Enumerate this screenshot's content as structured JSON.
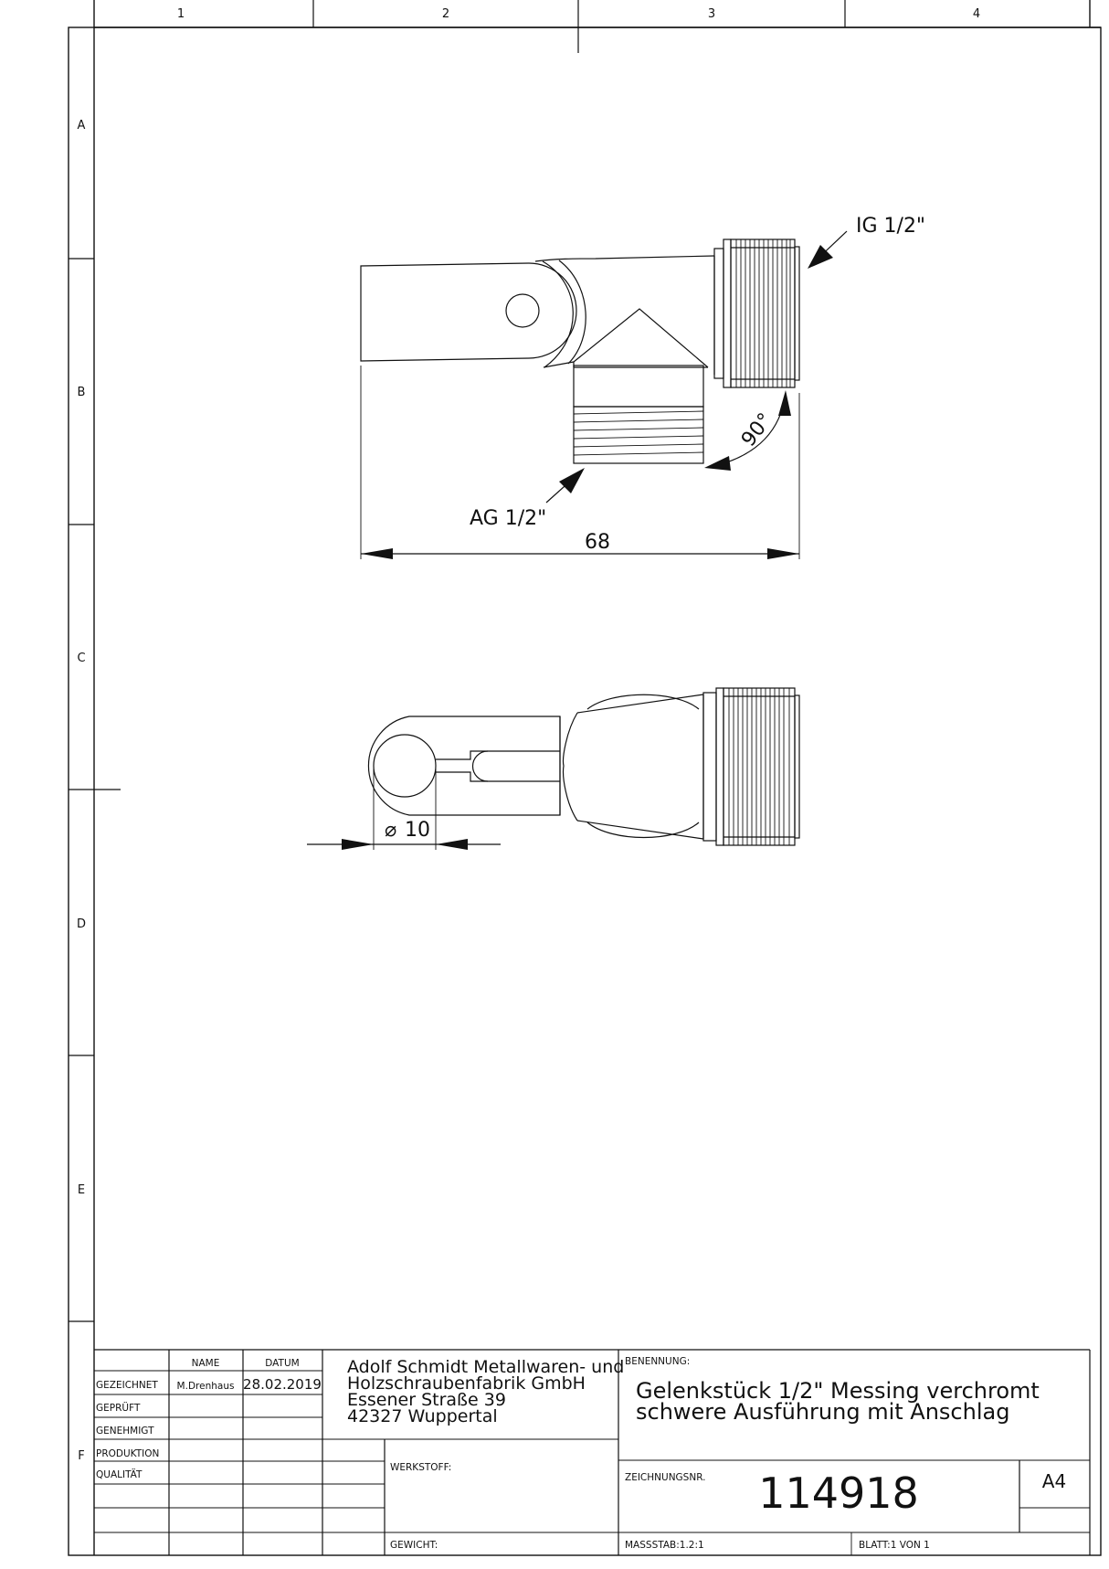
{
  "border": {
    "columns": [
      "1",
      "2",
      "3",
      "4"
    ],
    "rows": [
      "A",
      "B",
      "C",
      "D",
      "E",
      "F"
    ]
  },
  "dimensions": {
    "thread_inner": "IG 1/2\"",
    "thread_outer": "AG 1/2\"",
    "angle": "90°",
    "length": "68",
    "diameter": "10",
    "diameter_symbol": "⌀"
  },
  "title_block": {
    "header_name": "NAME",
    "header_date": "DATUM",
    "rows": [
      {
        "label": "GEZEICHNET",
        "name": "M.Drenhaus",
        "date": "28.02.2019"
      },
      {
        "label": "GEPRÜFT",
        "name": "",
        "date": ""
      },
      {
        "label": "GENEHMIGT",
        "name": "",
        "date": ""
      },
      {
        "label": "PRODUKTION",
        "name": "",
        "date": ""
      },
      {
        "label": "QUALITÄT",
        "name": "",
        "date": ""
      }
    ],
    "company": [
      "Adolf Schmidt Metallwaren- und",
      "Holzschraubenfabrik GmbH",
      "Essener Straße 39",
      "42327 Wuppertal"
    ],
    "benennung_label": "BENENNUNG:",
    "title_lines": [
      "Gelenkstück 1/2\" Messing verchromt",
      "schwere Ausführung mit Anschlag"
    ],
    "werkstoff_label": "WERKSTOFF:",
    "gewicht_label": "GEWICHT:",
    "zeichnungsnr_label": "ZEICHNUNGSNR.",
    "zeichnungsnr": "114918",
    "format": "A4",
    "massstab": "MASSSTAB:1.2:1",
    "blatt": "BLATT:1 VON 1"
  }
}
